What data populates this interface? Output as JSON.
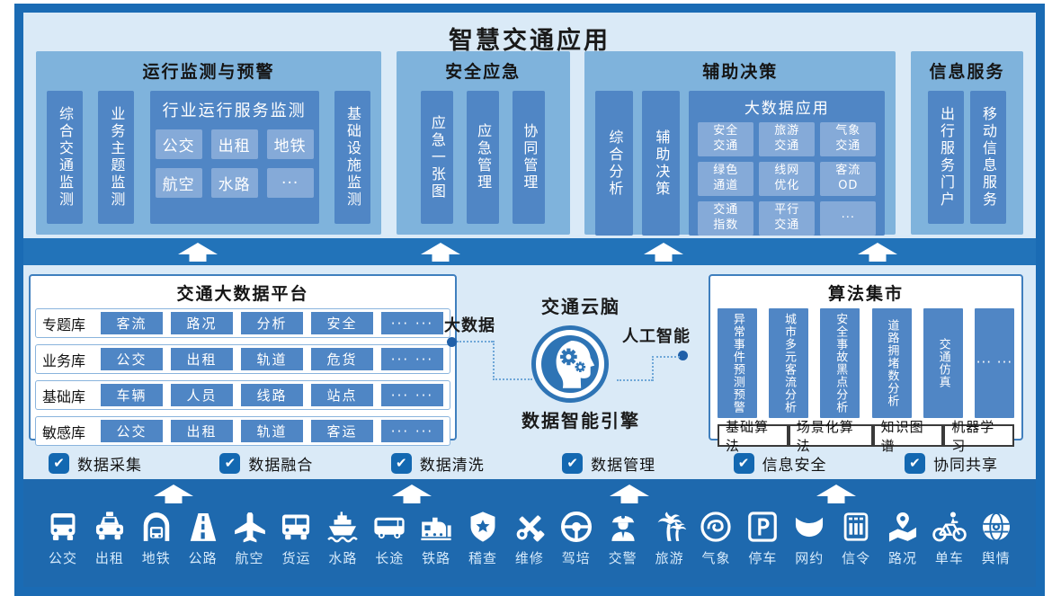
{
  "title": "智慧交通应用",
  "panels": {
    "monitor": {
      "title": "运行监测与预警",
      "col1": "综合交通监测",
      "col2": "业务主题监测",
      "inner_title": "行业运行服务监测",
      "chips": [
        "公交",
        "出租",
        "地铁",
        "航空",
        "水路",
        "···"
      ],
      "col3": "基础设施监测"
    },
    "emergency": {
      "title": "安全应急",
      "cols": [
        "应急一张图",
        "应急管理",
        "协同管理"
      ]
    },
    "decision": {
      "title": "辅助决策",
      "cols": [
        "综合分析",
        "辅助决策"
      ],
      "inner_title": "大数据应用",
      "chips": [
        [
          "安全",
          "交通"
        ],
        [
          "旅游",
          "交通"
        ],
        [
          "气象",
          "交通"
        ],
        [
          "绿色",
          "通道"
        ],
        [
          "线网",
          "优化"
        ],
        [
          "客流",
          "OD"
        ],
        [
          "交通",
          "指数"
        ],
        [
          "平行",
          "交通"
        ],
        [
          "···"
        ]
      ]
    },
    "info": {
      "title": "信息服务",
      "cols": [
        "出行服务门户",
        "移动信息服务"
      ]
    }
  },
  "bigdata": {
    "title": "交通大数据平台",
    "rows": [
      {
        "label": "专题库",
        "chips": [
          "客流",
          "路况",
          "分析",
          "安全",
          "··· ···"
        ]
      },
      {
        "label": "业务库",
        "chips": [
          "公交",
          "出租",
          "轨道",
          "危货",
          "··· ···"
        ]
      },
      {
        "label": "基础库",
        "chips": [
          "车辆",
          "人员",
          "线路",
          "站点",
          "··· ···"
        ]
      },
      {
        "label": "敏感库",
        "chips": [
          "公交",
          "出租",
          "轨道",
          "客运",
          "··· ···"
        ]
      }
    ]
  },
  "brain": {
    "top_label": "交通云脑",
    "bottom_label": "数据智能引擎",
    "left_label": "大数据",
    "right_label": "人工智能",
    "icon": "head-gears-icon"
  },
  "algorithm": {
    "title": "算法集市",
    "bars": [
      "异常事件预测预警",
      "城市多元客流分析",
      "安全事故黑点分析",
      "道路拥堵数分析",
      "交通仿真",
      "··· ···"
    ],
    "chips": [
      "基础算法",
      "场景化算法",
      "知识图谱",
      "机器学习"
    ]
  },
  "capabilities": [
    "数据采集",
    "数据融合",
    "数据清洗",
    "数据管理",
    "信息安全",
    "协同共享"
  ],
  "sources": [
    {
      "icon": "bus-icon",
      "label": "公交"
    },
    {
      "icon": "taxi-icon",
      "label": "出租"
    },
    {
      "icon": "metro-icon",
      "label": "地铁"
    },
    {
      "icon": "highway-icon",
      "label": "公路"
    },
    {
      "icon": "plane-icon",
      "label": "航空"
    },
    {
      "icon": "truck-icon",
      "label": "货运"
    },
    {
      "icon": "ship-icon",
      "label": "水路"
    },
    {
      "icon": "coach-icon",
      "label": "长途"
    },
    {
      "icon": "train-icon",
      "label": "铁路"
    },
    {
      "icon": "shield-star-icon",
      "label": "稽查"
    },
    {
      "icon": "tools-icon",
      "label": "维修"
    },
    {
      "icon": "steering-wheel-icon",
      "label": "驾培"
    },
    {
      "icon": "police-icon",
      "label": "交警"
    },
    {
      "icon": "palm-tree-icon",
      "label": "旅游"
    },
    {
      "icon": "weather-icon",
      "label": "气象"
    },
    {
      "icon": "parking-icon",
      "label": "停车"
    },
    {
      "icon": "ride-hailing-icon",
      "label": "网约"
    },
    {
      "icon": "signal-icon",
      "label": "信令"
    },
    {
      "icon": "road-map-icon",
      "label": "路况"
    },
    {
      "icon": "bicycle-icon",
      "label": "单车"
    },
    {
      "icon": "globe-icon",
      "label": "舆情"
    }
  ],
  "colors": {
    "frame": "#1a6bb4",
    "light_bg": "#daeaf7",
    "panel": "#7fb3dc",
    "pillar": "#5086c5",
    "chip_light": "#85aad8",
    "chip_dark": "#4f86c5",
    "band": "#2273b9",
    "dark_band": "#1e69ae",
    "check": "#1368b1",
    "brain_circle": "#2e74b5"
  }
}
